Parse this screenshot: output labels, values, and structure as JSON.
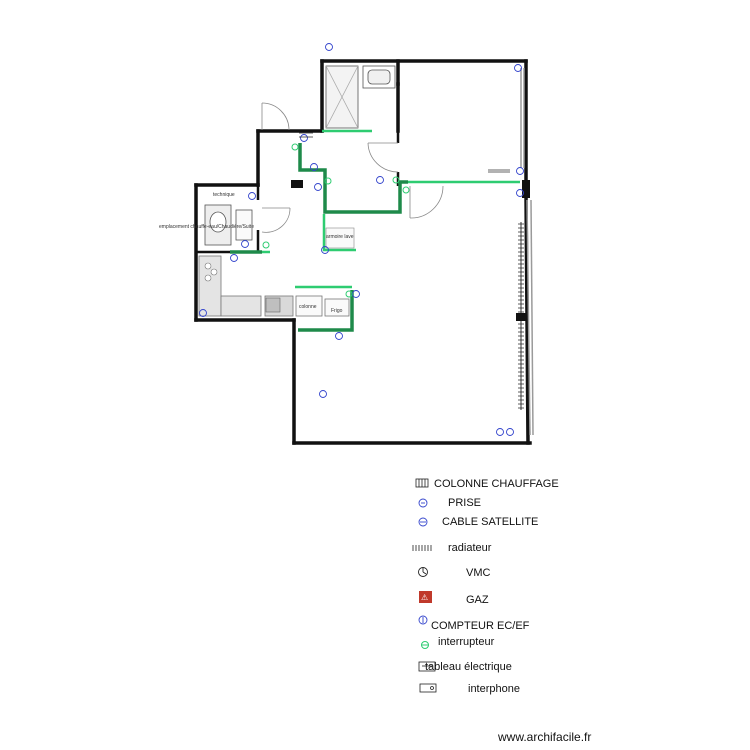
{
  "rooms": {
    "technique": "technique",
    "emplacement": "emplacement chauffe-eau/Chaudière/Suite",
    "colonne": "colonne",
    "frigo": "Frigo",
    "armoire": "armoire lave"
  },
  "legend": [
    {
      "icon": "colonne-chauffage-icon",
      "label": "COLONNE CHAUFFAGE"
    },
    {
      "icon": "prise-icon",
      "label": "PRISE"
    },
    {
      "icon": "cable-satellite-icon",
      "label": "CABLE SATELLITE"
    },
    {
      "icon": "radiateur-icon",
      "label": "radiateur"
    },
    {
      "icon": "vmc-icon",
      "label": "VMC"
    },
    {
      "icon": "gaz-icon",
      "label": "GAZ"
    },
    {
      "icon": "compteur-icon",
      "label": "COMPTEUR EC/EF"
    },
    {
      "icon": "interrupteur-icon",
      "label": "interrupteur"
    },
    {
      "icon": "tableau-electrique-icon",
      "label": "tableau électrique"
    },
    {
      "icon": "interphone-icon",
      "label": "interphone"
    }
  ],
  "footer": "www.archifacile.fr",
  "colors": {
    "wall": "#111111",
    "green_partition": "#1e8a4a",
    "light_green": "#2ecc71",
    "socket_blue": "#3344cc",
    "gaz_red": "#c0392b",
    "window": "#9a9a9a"
  }
}
